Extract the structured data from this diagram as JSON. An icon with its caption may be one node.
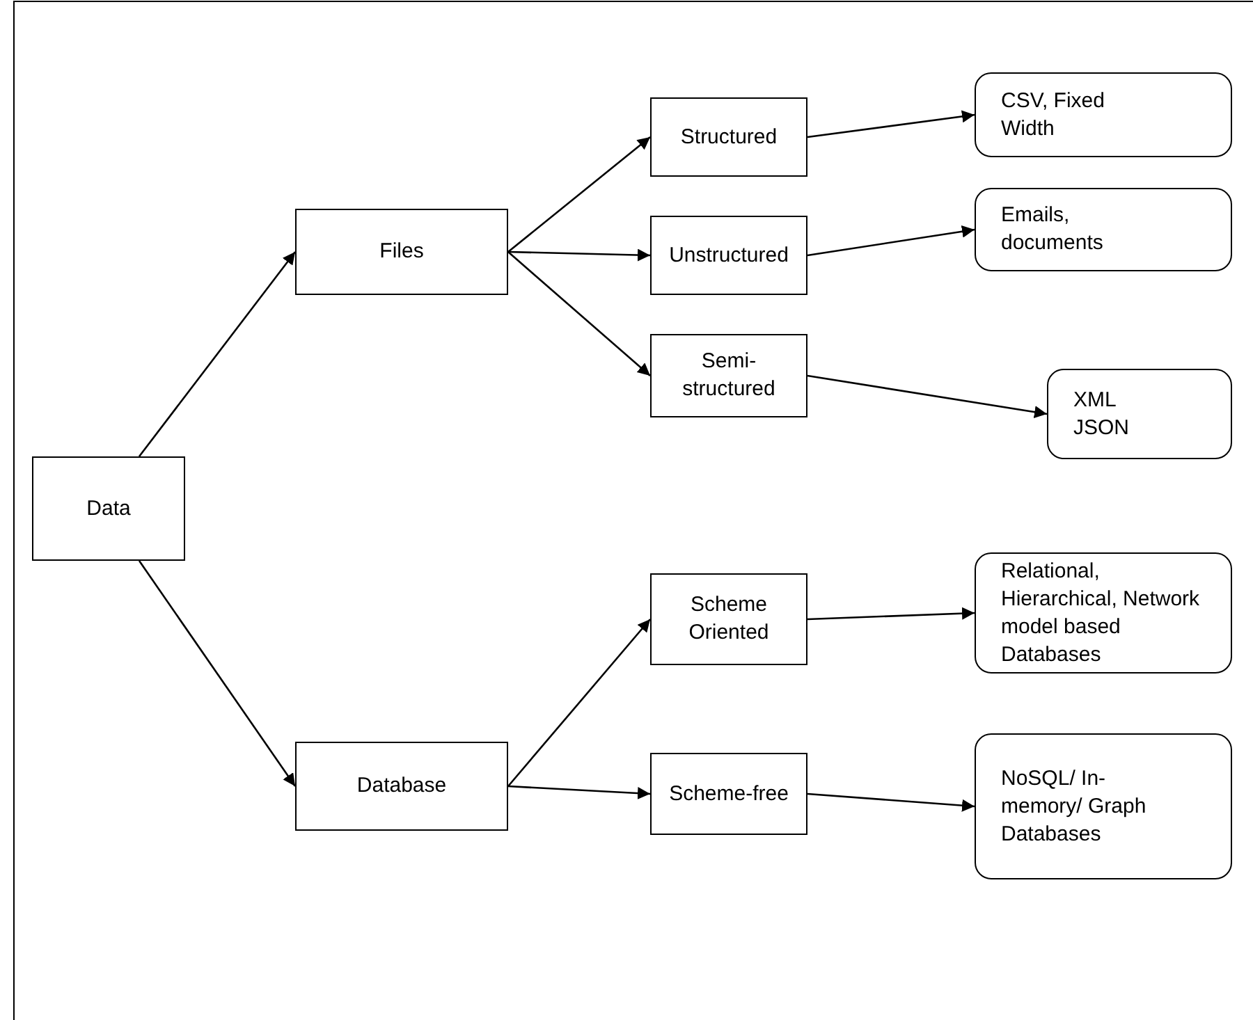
{
  "diagram": {
    "nodes": [
      {
        "text": [
          "Data"
        ]
      },
      {
        "text": [
          "Files"
        ]
      },
      {
        "text": [
          "Database"
        ]
      },
      {
        "text": [
          "Structured"
        ]
      },
      {
        "text": [
          "Unstructured"
        ]
      },
      {
        "text": [
          "Semi-structured"
        ]
      },
      {
        "text": [
          "Scheme Oriented"
        ]
      },
      {
        "text": [
          "Scheme-free"
        ]
      },
      {
        "text": [
          "CSV, Fixed Width"
        ]
      },
      {
        "text": [
          "Emails, documents"
        ]
      },
      {
        "text": [
          "XML JSON"
        ]
      },
      {
        "text": [
          "Relational, Hierarchical, Network model based Databases"
        ]
      },
      {
        "text": [
          "NoSQL/ In-memory/ Graph Databases"
        ]
      }
    ],
    "edges": [
      {
        "from": 0,
        "to": 1,
        "arrow": "to"
      },
      {
        "from": 0,
        "to": 2,
        "arrow": "to"
      },
      {
        "from": 1,
        "to": 3,
        "arrow": "to"
      },
      {
        "from": 1,
        "to": 4,
        "arrow": "to"
      },
      {
        "from": 1,
        "to": 5,
        "arrow": "to"
      },
      {
        "from": 2,
        "to": 6,
        "arrow": "to"
      },
      {
        "from": 2,
        "to": 7,
        "arrow": "to"
      },
      {
        "from": 3,
        "to": 8,
        "arrow": "to"
      },
      {
        "from": 4,
        "to": 9,
        "arrow": "to"
      },
      {
        "from": 5,
        "to": 10,
        "arrow": "to"
      },
      {
        "from": 6,
        "to": 11,
        "arrow": "to"
      },
      {
        "from": 7,
        "to": 12,
        "arrow": "to"
      }
    ]
  }
}
